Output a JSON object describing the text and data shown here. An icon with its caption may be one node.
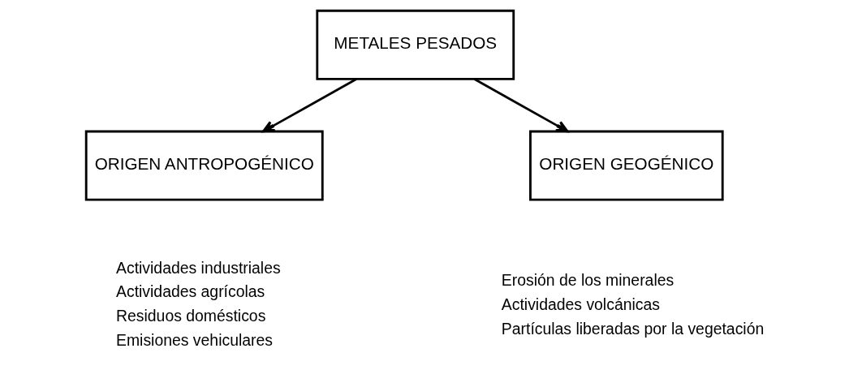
{
  "diagram": {
    "nodes": [
      {
        "text": [
          "METALES PESADOS"
        ]
      },
      {
        "text": [
          "ORIGEN ANTROPOGÉNICO"
        ],
        "beside": [
          "Actividades industriales",
          "Actividades agrícolas",
          "Residuos domésticos",
          "Emisiones vehiculares"
        ]
      },
      {
        "text": [
          "ORIGEN GEOGÉNICO"
        ],
        "beside": [
          "Erosión de los minerales",
          "Actividades volcánicas",
          "Partículas liberadas por la vegetación"
        ]
      }
    ],
    "edges": [
      {
        "from": 0,
        "to": 1,
        "arrow": "to"
      },
      {
        "from": 0,
        "to": 2,
        "arrow": "to"
      }
    ]
  }
}
